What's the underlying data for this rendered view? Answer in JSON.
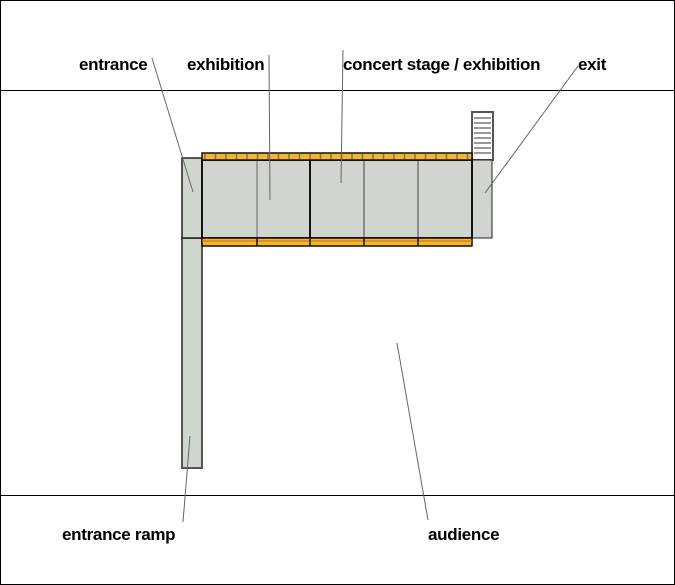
{
  "labels": {
    "entrance": "entrance",
    "exhibition": "exhibition",
    "concert": "concert stage / exhibition",
    "exit": "exit",
    "ramp": "entrance ramp",
    "audience": "audience"
  },
  "colors": {
    "floor": "#d0d5d0",
    "railing": "#f8b42a",
    "outline": "#111111",
    "leader": "#666666"
  }
}
